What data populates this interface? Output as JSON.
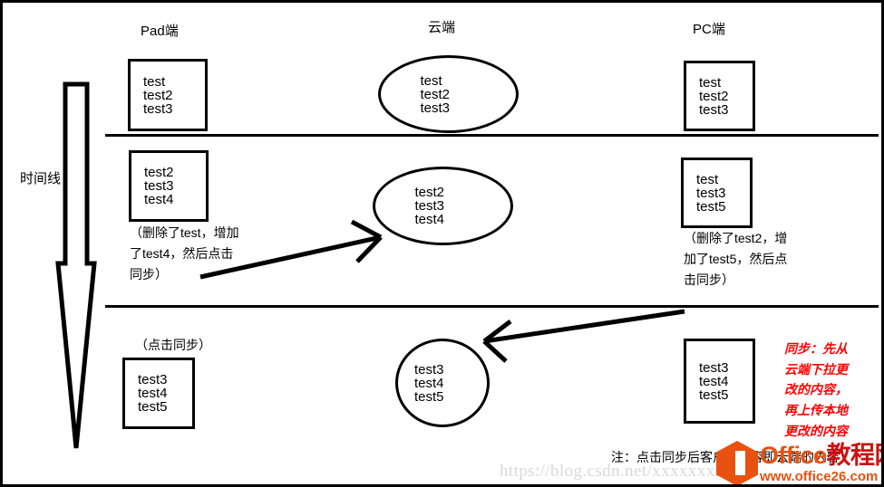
{
  "diagram": {
    "columns": [
      {
        "label": "Pad端"
      },
      {
        "label": "云端"
      },
      {
        "label": "PC端"
      }
    ],
    "timeline": {
      "label": "时间线",
      "direction": "down"
    },
    "rows": [
      {
        "pad": {
          "items": [
            "test",
            "test2",
            "test3"
          ]
        },
        "cloud": {
          "items": [
            "test",
            "test2",
            "test3"
          ]
        },
        "pc": {
          "items": [
            "test",
            "test2",
            "test3"
          ]
        }
      },
      {
        "pad": {
          "items": [
            "test2",
            "test3",
            "test4"
          ],
          "note": "（删除了test，增加了test4，然后点击同步）"
        },
        "cloud": {
          "items": [
            "test2",
            "test3",
            "test4"
          ]
        },
        "pc": {
          "items": [
            "test",
            "test3",
            "test5"
          ],
          "note": "（删除了test2，增加了test5，然后点击同步）"
        }
      },
      {
        "pad": {
          "items": [
            "test3",
            "test4",
            "test5"
          ],
          "note": "（点击同步）"
        },
        "cloud": {
          "items": [
            "test3",
            "test4",
            "test5"
          ]
        },
        "pc": {
          "items": [
            "test3",
            "test4",
            "test5"
          ]
        }
      }
    ],
    "notes": {
      "pad_row2_lines": [
        "（删除了test，增加",
        "了test4，然后点击",
        "同步）"
      ],
      "pc_row2_lines": [
        "（删除了test2，增",
        "加了test5，然后点",
        "击同步）"
      ],
      "pad_row3": "（点击同步）",
      "red_lines": [
        "同步：先从",
        "云端下拉更",
        "改的内容，",
        "再上传本地",
        "更改的内容"
      ],
      "footer": "注：点击同步后客户端内容即云端的内容"
    },
    "watermarks": {
      "url": "https://blog.csdn.net/xxxxxxxx",
      "brand_en": "Office",
      "brand_cn": "教程网",
      "brand_site": "www.office26.com"
    },
    "colors": {
      "ink": "#000000",
      "red": "#ff0000",
      "brand_orange": "#e8510f",
      "watermark_gray": "#d9d9d9"
    }
  }
}
